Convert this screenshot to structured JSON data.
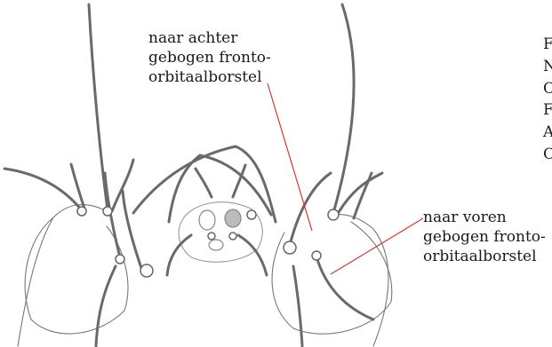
{
  "labels": {
    "backward_bristle": [
      "naar achter",
      "gebogen fronto-",
      "orbitaalborstel"
    ],
    "forward_bristle": [
      "naar voren",
      "gebogen fronto-",
      "orbitaalborstel"
    ]
  },
  "edge_text": [
    "F",
    "N",
    "C",
    "F",
    "A",
    "C"
  ],
  "colors": {
    "leader_line": "#d23a2f",
    "ink": "#555555",
    "text": "#1a1a1a"
  }
}
